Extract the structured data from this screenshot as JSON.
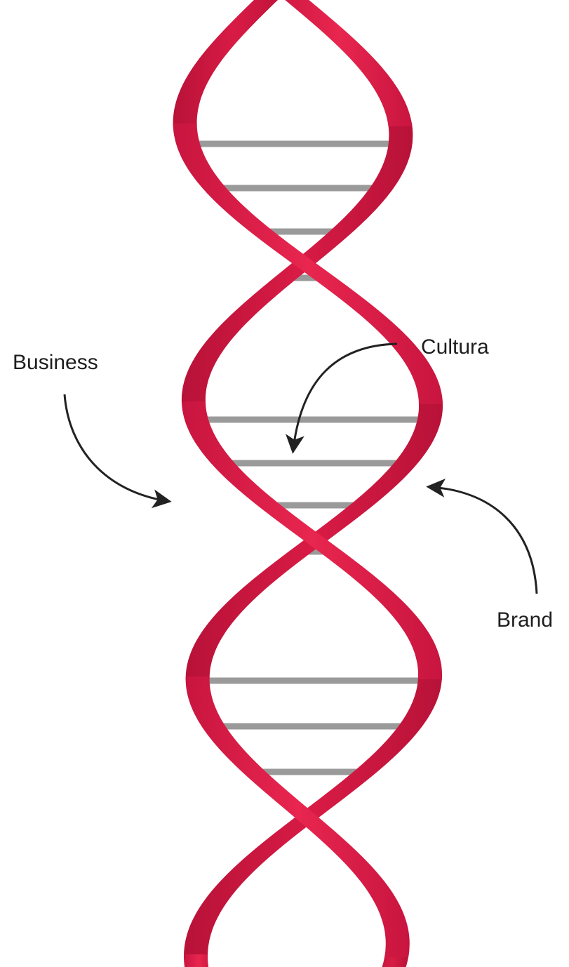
{
  "labels": {
    "business": "Business",
    "cultura": "Cultura",
    "brand": "Brand"
  },
  "colors": {
    "strand_front": "#e22049",
    "strand_back": "#c8153f",
    "rung": "#9a9a9a",
    "arrow": "#222222",
    "text": "#1e1e1e",
    "background": "#ffffff"
  },
  "helix": {
    "strands": 2,
    "rung_groups": 3,
    "rungs_per_group": 4
  }
}
